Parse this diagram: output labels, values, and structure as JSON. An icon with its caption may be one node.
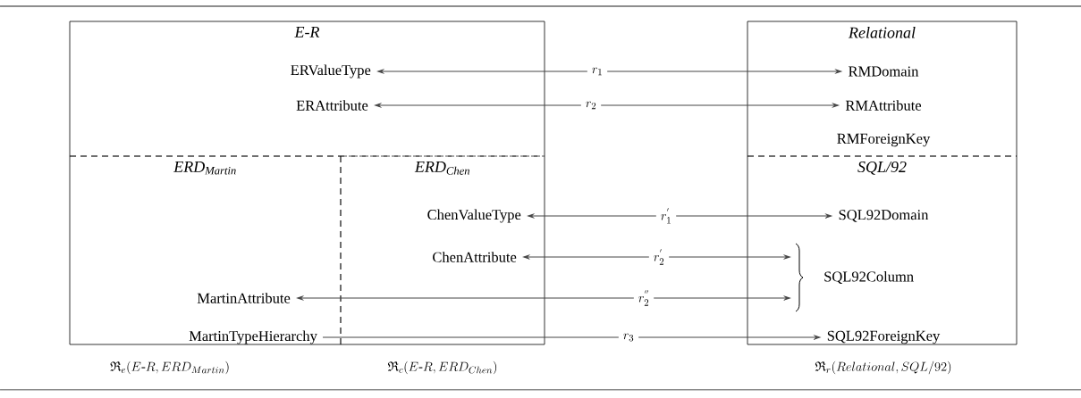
{
  "diagram": {
    "nodes": [
      {
        "text": [
          "E-R"
        ]
      },
      {
        "text": [
          "ERValueType"
        ],
        "in": 0
      },
      {
        "text": [
          "ERAttribute"
        ],
        "in": 0
      },
      {
        "text": [
          "Relational"
        ]
      },
      {
        "text": [
          "RMDomain"
        ],
        "in": 3
      },
      {
        "text": [
          "RMAttribute"
        ],
        "in": 3
      },
      {
        "text": [
          "RMForeignKey"
        ],
        "in": 3
      },
      {
        "text": [
          "ERD$_{Martin}$"
        ]
      },
      {
        "text": [
          "ERD$_{Chen}$"
        ]
      },
      {
        "text": [
          "ChenValueType"
        ],
        "in": 8
      },
      {
        "text": [
          "ChenAttribute"
        ],
        "in": 8
      },
      {
        "text": [
          "MartinAttribute"
        ],
        "in": 7
      },
      {
        "text": [
          "MartinTypeHierarchy"
        ],
        "in": 7
      },
      {
        "text": [
          "SQL/92"
        ]
      },
      {
        "text": [
          "SQL92Domain"
        ],
        "in": 13
      },
      {
        "text": [
          "SQL92Column"
        ],
        "in": 13
      },
      {
        "text": [
          "SQL92ForeignKey"
        ],
        "in": 13
      }
    ],
    "edges": [
      {
        "from": 1,
        "to": 4,
        "arrow": "both",
        "label": "r_1"
      },
      {
        "from": 2,
        "to": 5,
        "arrow": "both",
        "label": "r_2"
      },
      {
        "from": 9,
        "to": 14,
        "arrow": "both",
        "label": "r^{'}_1"
      },
      {
        "from": 10,
        "to": 15,
        "arrow": "both",
        "label": "r^{'}_2"
      },
      {
        "from": 11,
        "to": 15,
        "arrow": "both",
        "label": "r^{''}_2"
      },
      {
        "from": 12,
        "to": 16,
        "arrow": "to",
        "label": "r_3"
      }
    ],
    "labels": [
      "\\mathfrak{R}_e(E\\text{-}R, ERD_{Martin})",
      "\\mathfrak{R}_c(E\\text{-}R, ERD_{Chen})",
      "\\mathfrak{R}_r(Relational, SQL/92)"
    ]
  }
}
